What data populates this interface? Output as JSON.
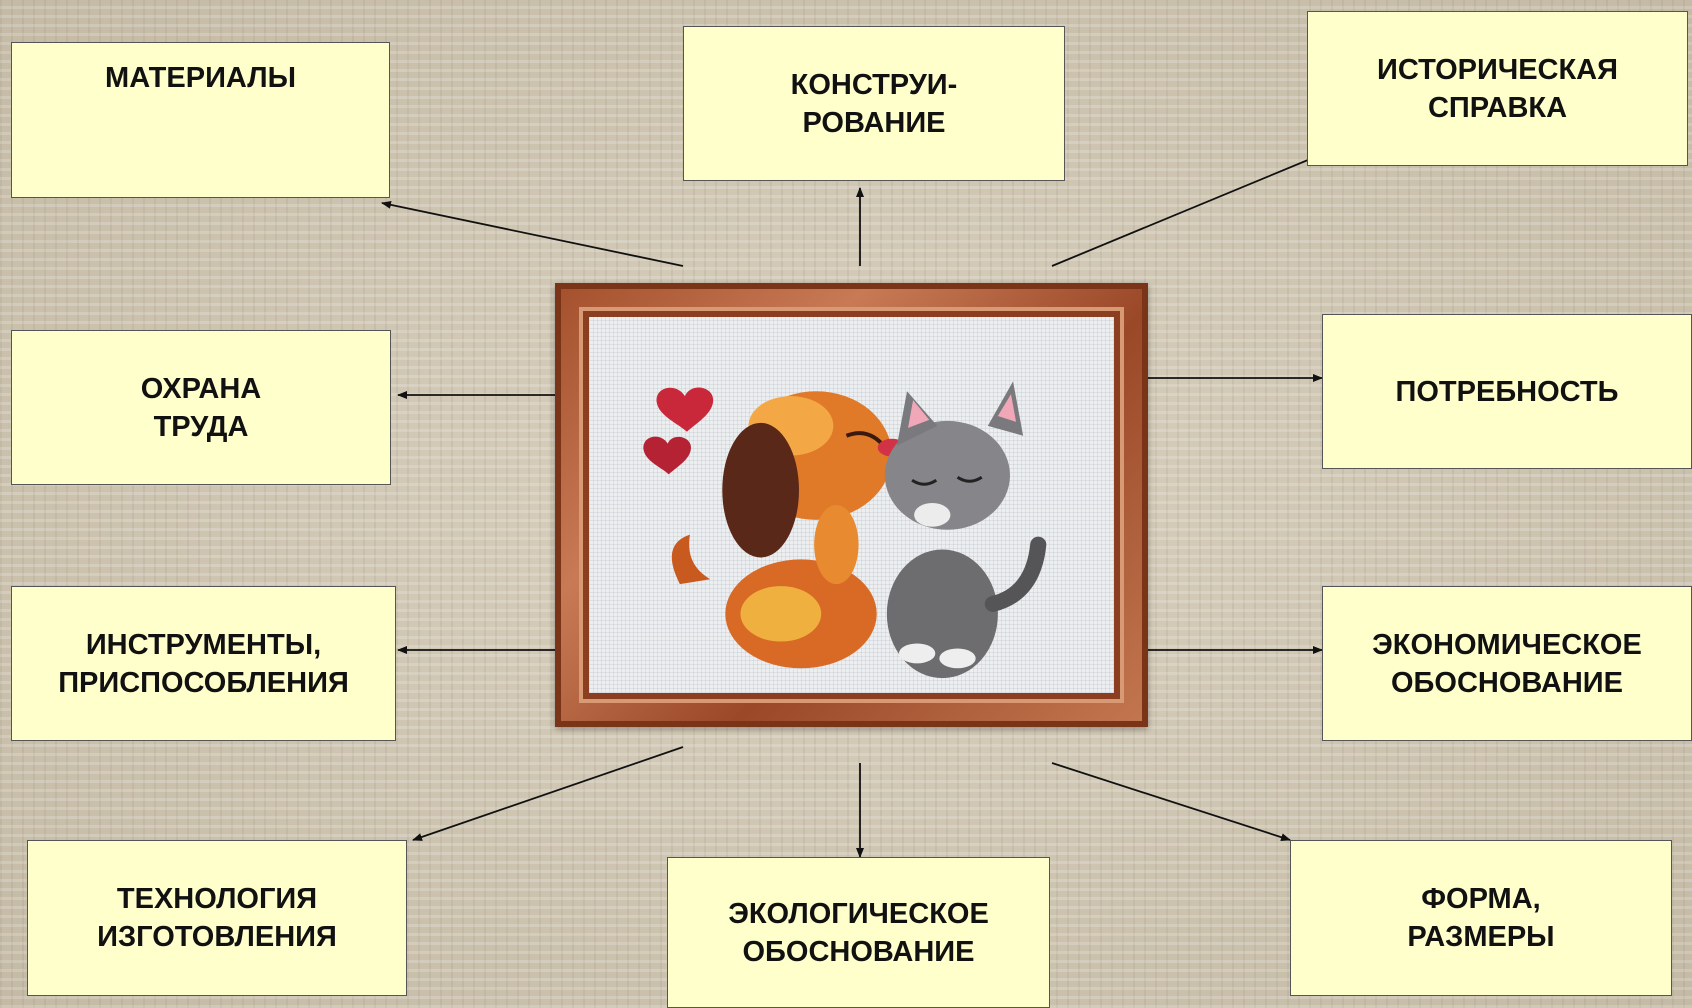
{
  "diagram": {
    "boxes": {
      "materials": "МАТЕРИАЛЫ",
      "construction": "КОНСТРУИ-\nРОВАНИЕ",
      "history": "ИСТОРИЧЕСКАЯ\nСПРАВКА",
      "safety": "ОХРАНА\nТРУДА",
      "need": "ПОТРЕБНОСТЬ",
      "tools": "ИНСТРУМЕНТЫ,\nПРИСПОСОБЛЕНИЯ",
      "economic": "ЭКОНОМИЧЕСКОЕ\nОБОСНОВАНИЕ",
      "technology": "ТЕХНОЛОГИЯ\nИЗГОТОВЛЕНИЯ",
      "ecological": "ЭКОЛОГИЧЕСКОЕ\nОБОСНОВАНИЕ",
      "form": "ФОРМА,\nРАЗМЕРЫ"
    },
    "center_image": "cross-stitch-picture-puppy-and-kitten",
    "colors": {
      "box_fill": "#ffffcc",
      "box_border": "#555555",
      "arrow": "#111111",
      "frame": "#a5512e"
    }
  }
}
